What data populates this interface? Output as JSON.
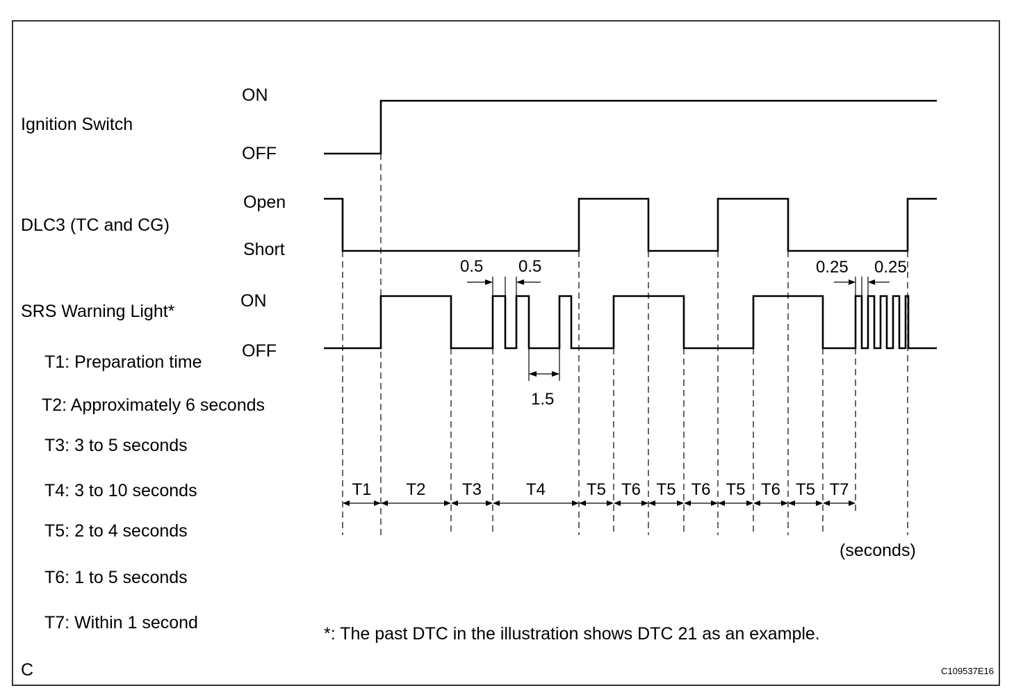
{
  "diagram": {
    "signals": {
      "ignition": {
        "label": "Ignition Switch",
        "high": "ON",
        "low": "OFF"
      },
      "dlc3": {
        "label": "DLC3 (TC and CG)",
        "high": "Open",
        "low": "Short"
      },
      "srs": {
        "label": "SRS Warning Light*",
        "high": "ON",
        "low": "OFF"
      }
    },
    "legend": [
      "T1: Preparation time",
      "T2: Approximately 6 seconds",
      "T3: 3 to 5 seconds",
      "T4: 3 to 10 seconds",
      "T5: 2 to 4 seconds",
      "T6: 1 to 5 seconds",
      "T7: Within 1 second"
    ],
    "pulse_labels": {
      "long_on": "0.5",
      "long_off": "0.5",
      "gap": "1.5",
      "short_on": "0.25",
      "short_off": "0.25"
    },
    "intervals": [
      "T1",
      "T2",
      "T3",
      "T4",
      "T5",
      "T6",
      "T5",
      "T6",
      "T5",
      "T6",
      "T5",
      "T7"
    ],
    "units_label": "(seconds)",
    "footnote": "*: The past DTC in the illustration shows DTC 21 as an example.",
    "corner_label": "C",
    "figure_id": "C109537E16"
  }
}
